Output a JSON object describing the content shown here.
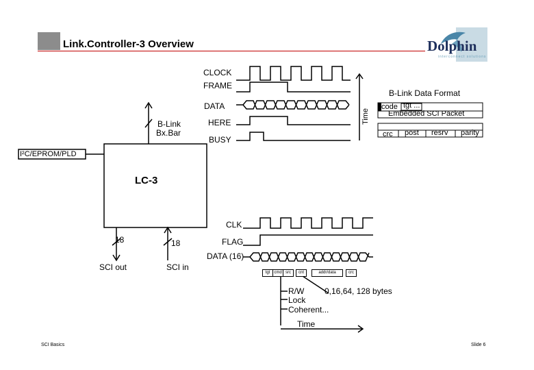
{
  "header": {
    "title": "Link.Controller-3 Overview",
    "logo_text": "Dolphin",
    "logo_tagline": "interconnect solutions"
  },
  "chip": {
    "name": "LC-3",
    "i2c_label": "I²C/EPROM/PLD",
    "blink_label_line1": "B-Link",
    "blink_label_line2": "Bx.Bar",
    "sci_out_label": "SCI out",
    "sci_in_label": "SCI in",
    "sci_out_width": "18",
    "sci_in_width": "18"
  },
  "blink_signals": {
    "clock": "CLOCK",
    "frame": "FRAME",
    "data": "DATA",
    "here": "HERE",
    "busy": "BUSY",
    "time_axis": "Time"
  },
  "blink_format": {
    "title": "B-Link Data Format",
    "row1": {
      "code": "code",
      "tgt": "tgt ..."
    },
    "row2": "Embedded SCI Packet",
    "row3": [
      "crc",
      "post",
      "resrv",
      "parity"
    ]
  },
  "sci_signals": {
    "clk": "CLK",
    "flag": "FLAG",
    "data": "DATA (16)"
  },
  "sci_packet": {
    "fields": [
      "tgt",
      "cmd",
      "src",
      "cnt",
      "addr/data",
      "crc"
    ],
    "cmd_options": [
      "R/W",
      "Lock",
      "Coherent..."
    ],
    "sizes": "0,16,64, 128 bytes",
    "time_axis": "Time"
  },
  "footer": {
    "left": "SCI Basics",
    "right": "Slide 6"
  }
}
